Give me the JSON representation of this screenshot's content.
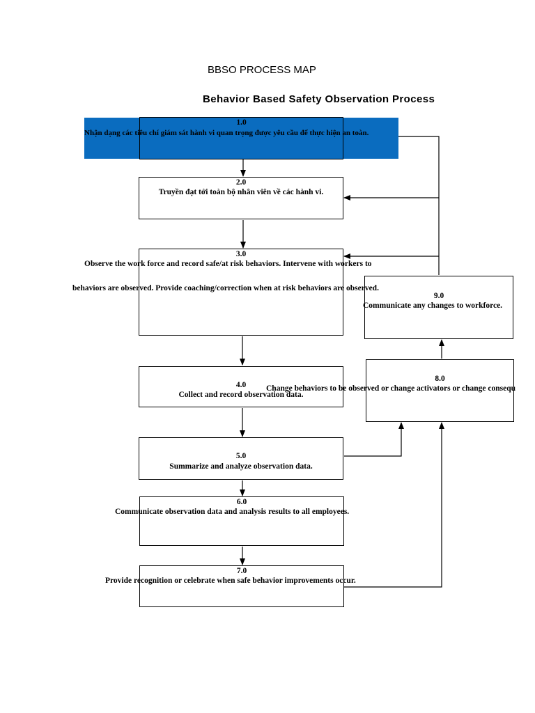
{
  "title": "BBSO PROCESS MAP",
  "subtitle": "Behavior Based Safety Observation Process",
  "steps": {
    "s1": {
      "num": "1.0",
      "text": "Nhận dạng các tiêu chí giám sát hành vi quan trọng được yêu cầu để thực hiện an toàn."
    },
    "s2": {
      "num": "2.0",
      "text": "Truyền đạt tới toàn bộ nhân viên về các hành vi."
    },
    "s3": {
      "num": "3.0",
      "line1": "Observe the work force and record safe/at risk behaviors.   Intervene with workers to",
      "line2": "behaviors are observed.   Provide coaching/correction when at risk behaviors are observed."
    },
    "s4": {
      "num": "4.0",
      "text": "Collect and record observation data."
    },
    "s5": {
      "num": "5.0",
      "text": "Summarize and analyze observation data."
    },
    "s6": {
      "num": "6.0",
      "text": "Communicate observation data and analysis results to all employees."
    },
    "s7": {
      "num": "7.0",
      "text": "Provide recognition or celebrate when safe behavior improvements occur."
    },
    "s8": {
      "num": "8.0",
      "text": "Change behaviors to be observed or change activators or change consequ"
    },
    "s9": {
      "num": "9.0",
      "text": "Communicate any changes to workforce."
    }
  },
  "colors": {
    "highlight": "#0a6cbf",
    "line": "#000000"
  }
}
